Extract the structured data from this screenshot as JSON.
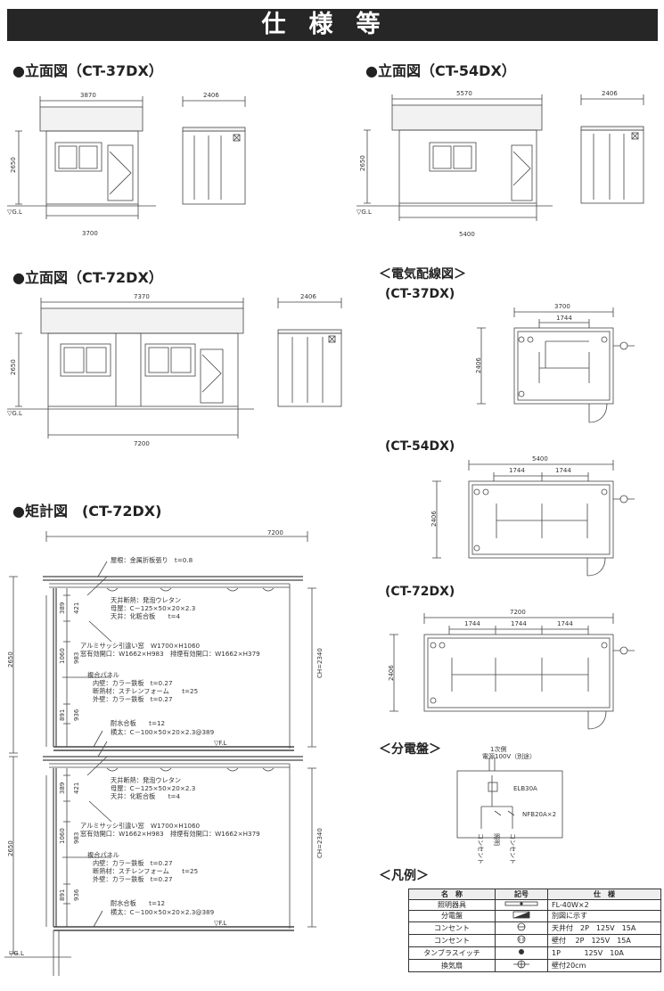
{
  "banner": {
    "title": "仕様等"
  },
  "headings": {
    "elev37": "●立面図（CT-37DX）",
    "elev54": "●立面図（CT-54DX）",
    "elev72": "●立面図（CT-72DX）",
    "section72": "●矩計図　(CT-72DX)",
    "wiring": "＜電気配線図＞",
    "wiring37": "(CT-37DX)",
    "wiring54": "(CT-54DX)",
    "wiring72": "(CT-72DX)",
    "panel": "＜分電盤＞",
    "legend": "＜凡例＞"
  },
  "elevation_37": {
    "top_width": "3870",
    "side_width": "2406",
    "height": "2650",
    "bottom_width": "3700",
    "gl": "▽G.L"
  },
  "elevation_54": {
    "top_width": "5570",
    "side_width": "2406",
    "height": "2650",
    "bottom_width": "5400",
    "gl": "▽G.L"
  },
  "elevation_72": {
    "top_width": "7370",
    "side_width": "2406",
    "height": "2650",
    "bottom_width": "7200",
    "gl": "▽G.L"
  },
  "wiring_37": {
    "width": "3700",
    "span": "1744",
    "depth": "2406"
  },
  "wiring_54": {
    "width": "5400",
    "span1": "1744",
    "span2": "1744",
    "depth": "2406"
  },
  "wiring_72": {
    "width": "7200",
    "span1": "1744",
    "span2": "1744",
    "span3": "1744",
    "depth": "2406"
  },
  "section": {
    "width": "7200",
    "roof": "屋根：金属折板張り　t=0.8",
    "floor_heights": [
      "2650",
      "2650"
    ],
    "dims": {
      "d389": "389",
      "d421": "421",
      "d1060": "1060",
      "d983": "983",
      "d891": "891",
      "d936": "936",
      "ch": "CH=2340"
    },
    "fl": "▽F.L",
    "gl": "▽G.L",
    "notes": {
      "ceiling1": "天井断熱：発泡ウレタン",
      "ceiling2": "母屋：C－125×50×20×2.3",
      "ceiling3": "天井：化粧合板　　t=4",
      "window1": "アルミサッシ引違い窓　W1700×H1060",
      "window2": "窓有効開口：W1662×H983　排煙有効開口：W1662×H379",
      "panel1": "複合パネル",
      "panel2": "内壁：カラー鉄板　t=0.27",
      "panel3": "断熱材：スチレンフォーム　　t=25",
      "panel4": "外壁：カラー鉄板　t=0.27",
      "floor1": "耐水合板　　t=12",
      "floor2": "横太：C－100×50×20×2.3@389"
    }
  },
  "panel_board": {
    "supply1": "1次側",
    "supply2": "電源100V（別途）",
    "elb": "ELB30A",
    "nfb": "NFB20A×2",
    "out1": "コンセント",
    "out2": "照明",
    "out3": "コンセント"
  },
  "legend": {
    "headers": [
      "名　称",
      "記号",
      "仕　様"
    ],
    "rows": [
      {
        "name": "照明器具",
        "spec": "FL-40W×2",
        "icon": "fluorescent-light-icon"
      },
      {
        "name": "分電盤",
        "spec": "別図に示す",
        "icon": "distribution-board-icon"
      },
      {
        "name": "コンセント",
        "spec": "天井付　2P　125V　15A",
        "icon": "ceiling-outlet-icon"
      },
      {
        "name": "コンセント",
        "spec": "壁付　 2P　125V　15A",
        "icon": "wall-outlet-icon"
      },
      {
        "name": "タンブラスイッチ",
        "spec": "1P　　　 125V　10A",
        "icon": "tumbler-switch-icon"
      },
      {
        "name": "換気扇",
        "spec": "壁付20cm",
        "icon": "ventilation-fan-icon"
      }
    ]
  }
}
